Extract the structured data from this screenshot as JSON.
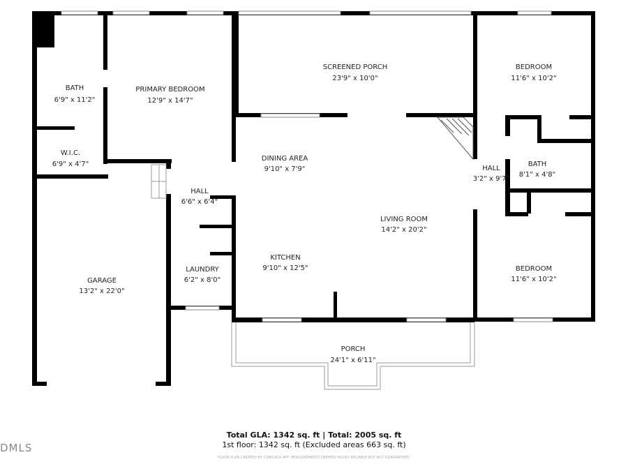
{
  "rooms": [
    {
      "name": "BATH",
      "size": "6'9\" x 11'2\""
    },
    {
      "name": "PRIMARY BEDROOM",
      "size": "12'9\" x 14'7\""
    },
    {
      "name": "SCREENED PORCH",
      "size": "23'9\" x 10'0\""
    },
    {
      "name": "BEDROOM",
      "size": "11'6\" x 10'2\""
    },
    {
      "name": "W.I.C.",
      "size": "6'9\" x 4'7\""
    },
    {
      "name": "DINING AREA",
      "size": "9'10\" x 7'9\""
    },
    {
      "name": "HALL",
      "size": "3'2\" x 9'7\""
    },
    {
      "name": "BATH",
      "size": "8'1\" x 4'8\""
    },
    {
      "name": "HALL",
      "size": "6'6\" x 6'4\""
    },
    {
      "name": "LIVING ROOM",
      "size": "14'2\" x 20'2\""
    },
    {
      "name": "GARAGE",
      "size": "13'2\" x 22'0\""
    },
    {
      "name": "KITCHEN",
      "size": "9'10\" x 12'5\""
    },
    {
      "name": "LAUNDRY",
      "size": "6'2\" x 8'0\""
    },
    {
      "name": "BEDROOM",
      "size": "11'6\" x 10'2\""
    },
    {
      "name": "PORCH",
      "size": "24'1\" x 6'11\""
    }
  ],
  "totals": {
    "line1": "Total GLA: 1342 sq. ft | Total: 2005 sq. ft",
    "line2": "1st floor: 1342 sq. ft (Excluded areas 663 sq. ft)",
    "disclaimer": "FLOOR PLAN CREATED BY CUBICASA APP. MEASUREMENTS DEEMED HIGHLY RELIABLE BUT NOT GUARANTEED."
  },
  "watermark": "DMLS"
}
